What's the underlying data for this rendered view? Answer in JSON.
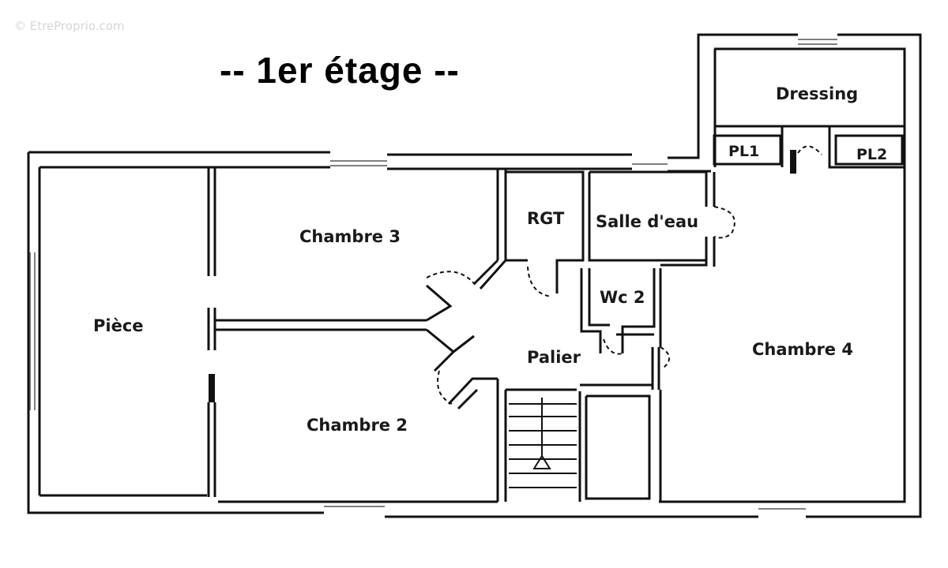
{
  "watermark": "© EtreProprio.com",
  "title": "-- 1er étage --",
  "rooms": {
    "dressing": "Dressing",
    "pl1": "PL1",
    "pl2": "PL2",
    "rgt": "RGT",
    "salle_eau": "Salle d'eau",
    "wc2": "Wc 2",
    "chambre3": "Chambre 3",
    "piece": "Pièce",
    "palier": "Palier",
    "chambre2": "Chambre 2",
    "chambre4": "Chambre 4"
  }
}
